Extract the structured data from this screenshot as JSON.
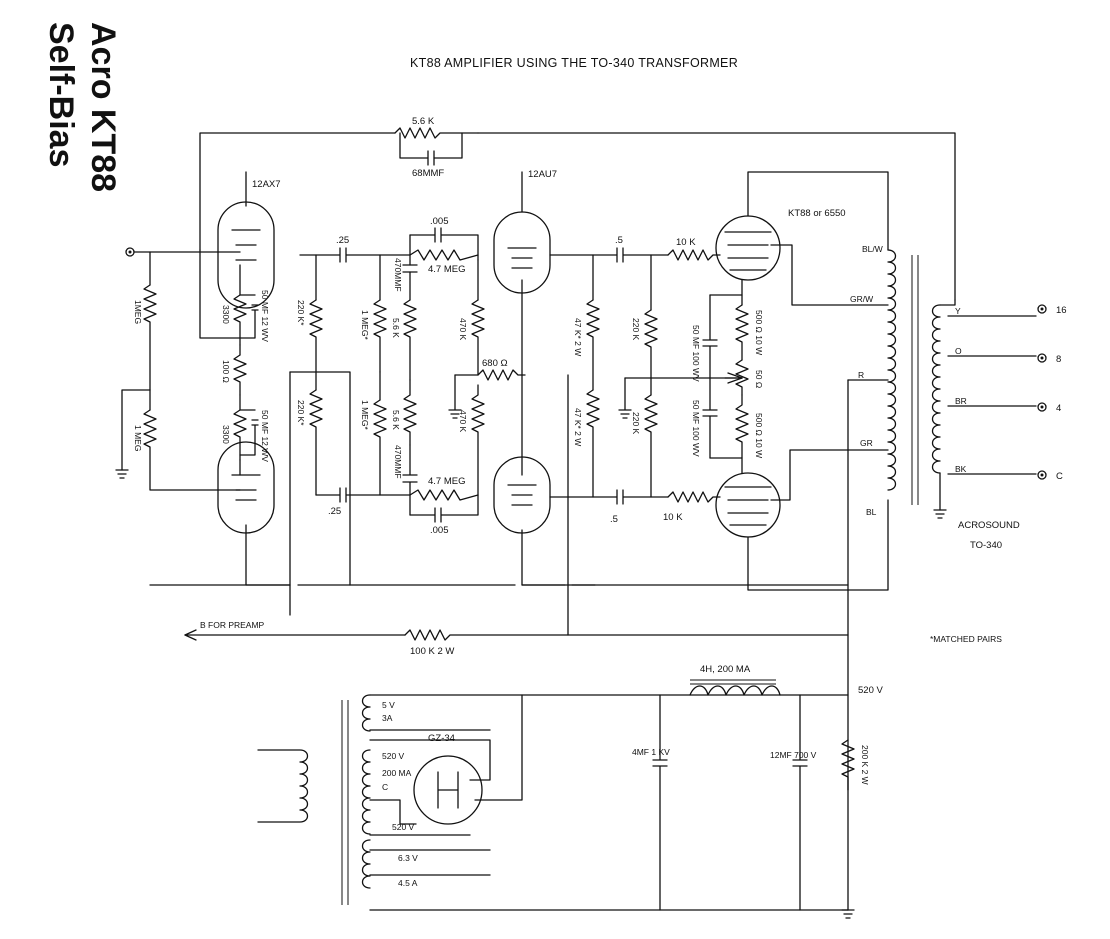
{
  "side_title": {
    "line1": "Acro KT88",
    "line2": "Self-Bias"
  },
  "diagram_title": "KT88 AMPLIFIER USING THE TO-340 TRANSFORMER",
  "tubes": {
    "v1": "12AX7",
    "v2": "12AU7",
    "v3": "KT88 or 6550",
    "rectifier": "GZ-34"
  },
  "components": {
    "fb_resistor": "5.6 K",
    "fb_cap": "68MMF",
    "grid_res_top": "1MEG",
    "grid_res_bot": "1 MEG",
    "cathode_res_top": "3300",
    "cathode_res_bot": "3300",
    "cathode_cap_top": "50 MF 12 WV",
    "cathode_cap_bot": "50 MF 12 WV",
    "common_cathode": "100 Ω",
    "plate_res_top": "220 K*",
    "plate_res_bot": "220 K*",
    "coup_cap_top": ".25",
    "coup_cap_bot": ".25",
    "grid2_top": "1 MEG*",
    "grid2_bot": "1 MEG*",
    "cap470_top": "470MMF",
    "cap470_bot": "470MMF",
    "r56_top": "5.6 K",
    "r56_bot": "5.6 K",
    "r47meg_top": "4.7 MEG",
    "r47meg_bot": "4.7 MEG",
    "c005_top": ".005",
    "c005_bot": ".005",
    "r470k_top": "470 K",
    "r470k_bot": "470 K",
    "r680": "680 Ω",
    "r47k_top": "47 K* 2 W",
    "r47k_bot": "47 K* 2 W",
    "c5_top": ".5",
    "c5_bot": ".5",
    "r10k_top": "10 K",
    "r10k_bot": "10 K",
    "r220k_top": "220 K",
    "r220k_bot": "220 K",
    "c50mf_top": "50 MF 100 WV",
    "c50mf_bot": "50 MF 100 WV",
    "r500_top": "500 Ω 10 W",
    "r500_bot": "500 Ω 10 W",
    "pot50": "50 Ω",
    "preamp_res": "100 K 2 W",
    "choke": "4H, 200 MA",
    "cap4mf": "4MF 1 KV",
    "cap12mf": "12MF 700 V",
    "bleeder": "200 K 2 W"
  },
  "transformer": {
    "name": "ACROSOUND",
    "model": "TO-340",
    "leads": [
      "BL/W",
      "GR/W",
      "R",
      "GR",
      "BL"
    ],
    "secondary": [
      "Y",
      "O",
      "BR",
      "BK"
    ],
    "terminals": [
      "16",
      "8",
      "4",
      "C"
    ]
  },
  "power": {
    "w1": "5 V",
    "w1b": "3A",
    "w2": "520 V",
    "w2b": "200 MA",
    "ct": "C",
    "w2c": "520 V",
    "w3": "6.3 V",
    "w3b": "4.5 A",
    "b_plus": "520 V"
  },
  "notes": {
    "preamp": "B FOR PREAMP",
    "matched": "*MATCHED PAIRS"
  }
}
